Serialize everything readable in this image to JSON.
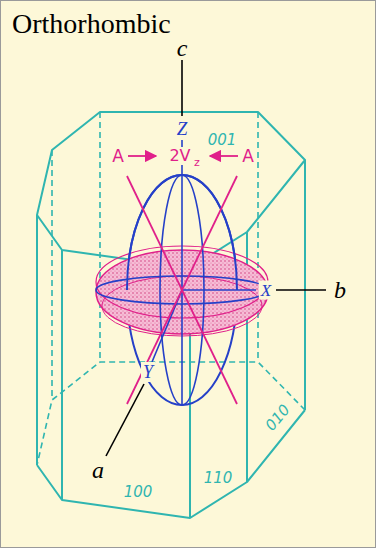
{
  "diagram": {
    "title": "Orthorhombic",
    "labels": [
      "c",
      "Z",
      "001",
      "A",
      "2V",
      "z",
      "A",
      "X",
      "b",
      "Y",
      "a",
      "100",
      "110",
      "010"
    ]
  }
}
